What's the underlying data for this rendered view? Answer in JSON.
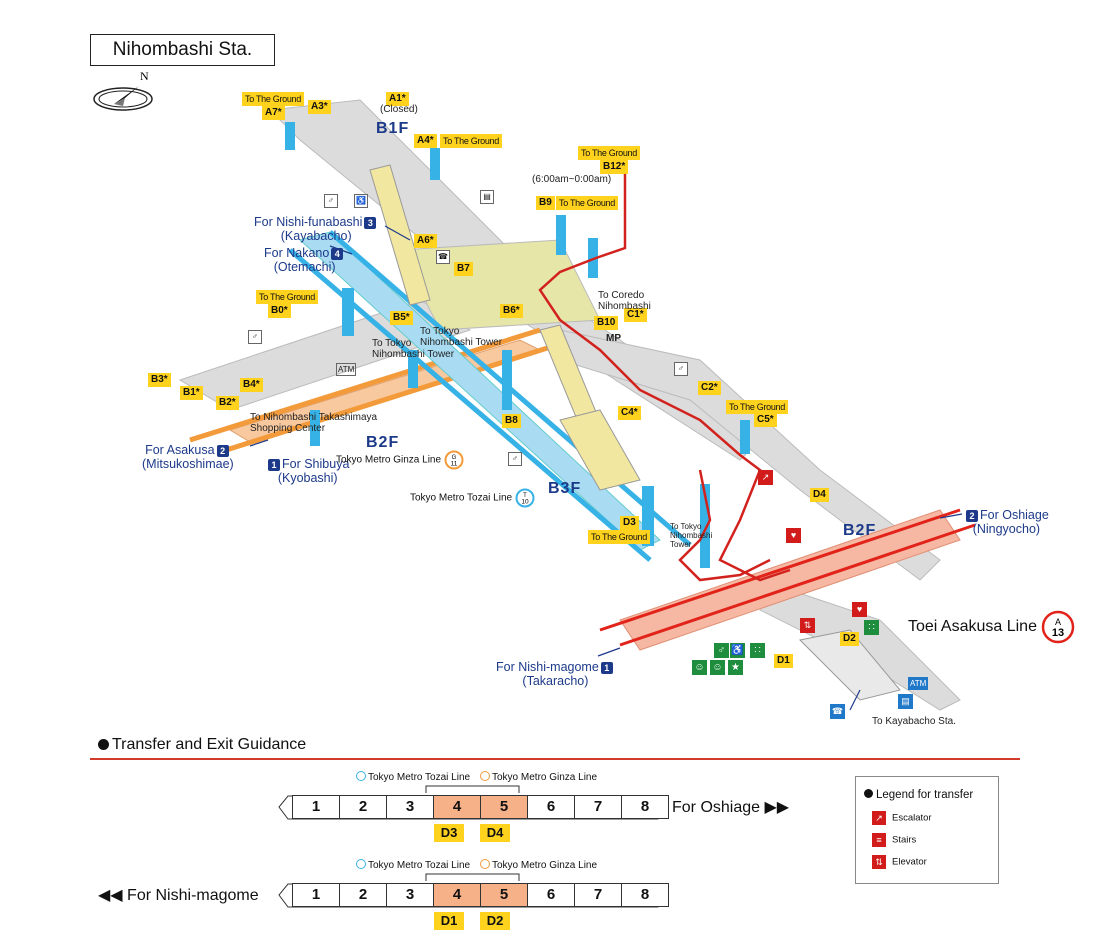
{
  "station": {
    "name": "Nihombashi Sta."
  },
  "compass": {
    "north": "N"
  },
  "colors": {
    "orange_line": "#f39a3a",
    "blue_line": "#37b2e6",
    "red_route": "#d2221e",
    "tag": "#ffd21e",
    "asakusa_rail": "#e2231a",
    "highlight_car": "#f7b189",
    "navy": "#1d3a8a"
  },
  "floors": {
    "b1f": "B1F",
    "b2f_left": "B2F",
    "b3f": "B3F",
    "b2f_right": "B2F"
  },
  "exits": {
    "a1": "A1*",
    "a1_note": "(Closed)",
    "a3": "A3*",
    "a7": "A7*",
    "a7_note": "To The Ground",
    "a4": "A4*",
    "a4_note": "To The Ground",
    "a6": "A6*",
    "b12": "B12*",
    "b12_note": "To The Ground",
    "b12_hours": "(6:00am~0:00am)",
    "b9": "B9",
    "b9_note": "To The Ground",
    "b7": "B7",
    "b0": "B0*",
    "b0_note": "To The Ground",
    "b5": "B5*",
    "b6": "B6*",
    "b10": "B10",
    "c1": "C1*",
    "b3": "B3*",
    "b1": "B1*",
    "b4": "B4*",
    "b2": "B2*",
    "b8": "B8",
    "c2": "C2*",
    "c4": "C4*",
    "c5": "C5*",
    "c5_note": "To The Ground",
    "d4": "D4",
    "d3": "D3",
    "d3_note": "To The Ground",
    "d2": "D2",
    "d1": "D1"
  },
  "labels": {
    "nishi_funabashi": "For Nishi-funabashi",
    "nishi_funabashi_num": "3",
    "kayabacho": "(Kayabacho)",
    "nakano": "For Nakano",
    "nakano_num": "4",
    "otemachi": "(Otemachi)",
    "coredo": "To Coredo\nNihombashi",
    "tower1": "To Tokyo\nNihombashi Tower",
    "tower2": "To Tokyo\nNihombashi Tower",
    "tower3": "To Tokyo\nNihombashi\nTower",
    "takashimaya": "To Nihombashi Takashimaya\nShopping Center",
    "asakusa": "For Asakusa",
    "asakusa_num": "2",
    "mitsukoshimae": "(Mitsukoshimae)",
    "shibuya": "For Shibuya",
    "shibuya_num": "1",
    "kyobashi": "(Kyobashi)",
    "ginza_line": "Tokyo Metro Ginza Line",
    "ginza_code_letter": "G",
    "ginza_code_num": "11",
    "tozai_line": "Tokyo Metro Tozai Line",
    "tozai_code_letter": "T",
    "tozai_code_num": "10",
    "oshiage": "For Oshiage",
    "oshiage_num": "2",
    "ningyocho": "(Ningyocho)",
    "nishi_magome": "For Nishi-magome",
    "nishi_magome_num": "1",
    "takaracho": "(Takaracho)",
    "toei_asakusa": "Toei Asakusa Line",
    "toei_code_letter": "A",
    "toei_code_num": "13",
    "kayabacho_sta": "To Kayabacho Sta.",
    "mp": "MP",
    "atm": "ATM",
    "atm2": "ATM"
  },
  "guidance": {
    "title": "Transfer and Exit Guidance",
    "tozai": "Tokyo Metro Tozai Line",
    "ginza": "Tokyo Metro Ginza Line",
    "train1": {
      "cars": [
        "1",
        "2",
        "3",
        "4",
        "5",
        "6",
        "7",
        "8"
      ],
      "highlight": [
        3,
        4
      ],
      "direction": "For Oshiage ▶▶",
      "exit_a": "D3",
      "exit_b": "D4"
    },
    "train2": {
      "cars": [
        "1",
        "2",
        "3",
        "4",
        "5",
        "6",
        "7",
        "8"
      ],
      "highlight": [
        3,
        4
      ],
      "direction": "◀◀ For Nishi-magome",
      "exit_a": "D1",
      "exit_b": "D2"
    }
  },
  "legend": {
    "title": "Legend for transfer",
    "escalator": "Escalator",
    "stairs": "Stairs",
    "elevator": "Elevator"
  }
}
